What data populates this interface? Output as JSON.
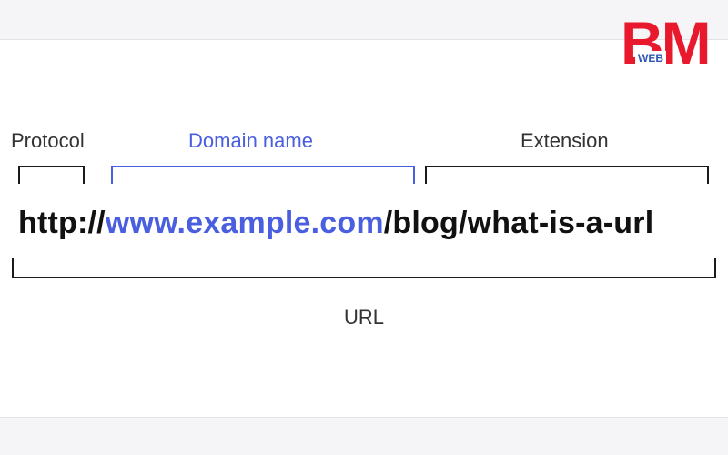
{
  "logo": {
    "letters": "BM",
    "sub": "WEB",
    "brand_color": "#e8192c"
  },
  "labels": {
    "protocol": "Protocol",
    "domain": "Domain name",
    "extension": "Extension",
    "url": "URL"
  },
  "url_parts": {
    "protocol": "http://",
    "domain": "www.example.com",
    "extension": "/blog/what-is-a-url"
  },
  "colors": {
    "accent": "#4a5fe0",
    "text": "#111111",
    "label": "#333333"
  }
}
